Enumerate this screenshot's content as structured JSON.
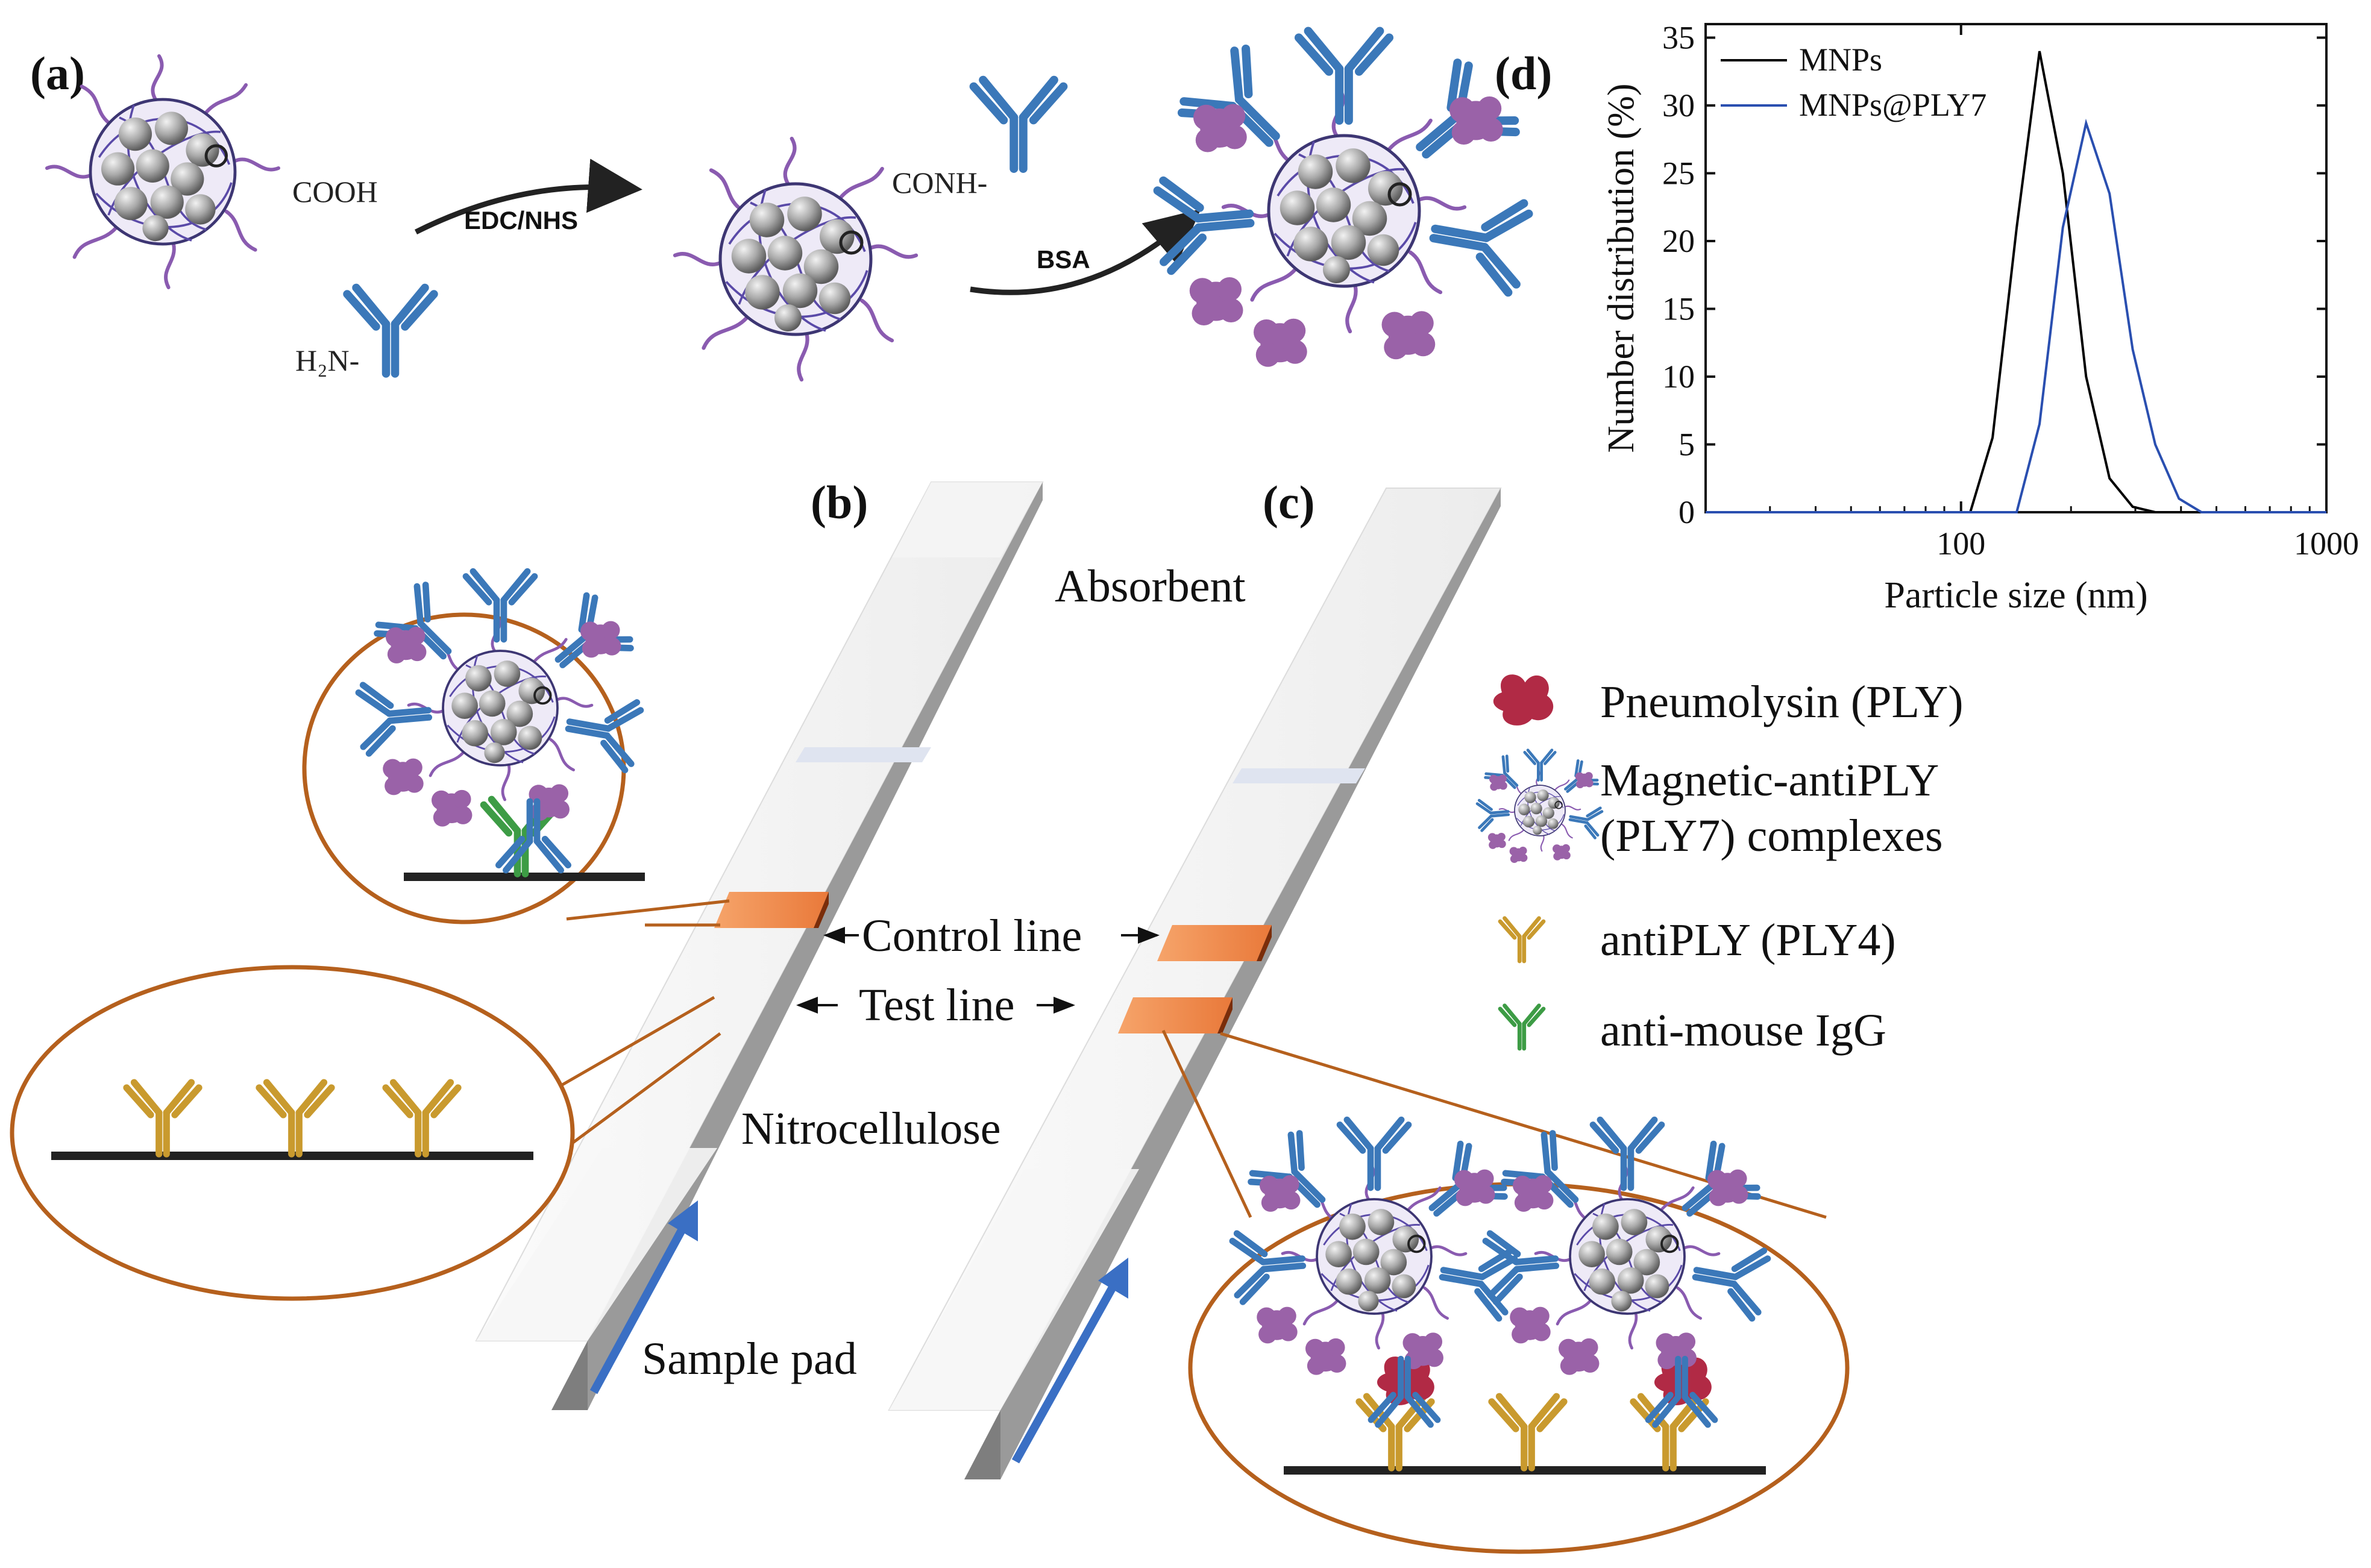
{
  "panels": {
    "a": "(a)",
    "b": "(b)",
    "c": "(c)",
    "d": "(d)"
  },
  "scheme_a": {
    "cooh": "COOH",
    "h2n": "H₂N-",
    "conh": "CONH-",
    "step1": "EDC/NHS",
    "step2": "BSA"
  },
  "strip": {
    "absorbent": "Absorbent",
    "control_line": "Control line",
    "test_line": "Test line",
    "nitrocellulose": "Nitrocellulose",
    "sample_pad": "Sample pad"
  },
  "legend": {
    "ply": "Pneumolysin (PLY)",
    "complex_line1": "Magnetic-antiPLY",
    "complex_line2": "(PLY7) complexes",
    "antiply": "antiPLY (PLY4)",
    "igg": "anti-mouse IgG"
  },
  "colors": {
    "antibody_blue": "#3b78b9",
    "antibody_gold": "#c99a2e",
    "antibody_green": "#3d9c45",
    "pneumolysin": "#b12a45",
    "bsa_purple": "#9a62a8",
    "polymer": "#6e5ab0",
    "line_orange": "#f08c4e",
    "ellipse_border": "#b5601d",
    "flow_arrow": "#3a6fc4"
  },
  "chart_data": {
    "type": "line",
    "ylabel": "Number distribution (%)",
    "xlabel": "Particle size (nm)",
    "x_scale": "log",
    "xlim": [
      20,
      1000
    ],
    "ylim": [
      0,
      36
    ],
    "xticks": [
      100,
      1000
    ],
    "xtick_labels": [
      "100",
      "1000"
    ],
    "yticks": [
      0,
      5,
      10,
      15,
      20,
      25,
      30,
      35
    ],
    "ytick_labels": [
      "0",
      "5",
      "10",
      "15",
      "20",
      "25",
      "30",
      "35"
    ],
    "legend_position": "top-left",
    "series": [
      {
        "name": "MNPs",
        "color": "#000000",
        "x": [
          20,
          106,
          122,
          142,
          164,
          190,
          220,
          255,
          295,
          340,
          1000
        ],
        "y": [
          0,
          0,
          5.5,
          21,
          34,
          25,
          10,
          2.5,
          0.4,
          0,
          0
        ]
      },
      {
        "name": "MNPs@PLY7",
        "color": "#2a4fb0",
        "x": [
          20,
          142,
          164,
          190,
          220,
          255,
          295,
          340,
          395,
          455,
          1000
        ],
        "y": [
          0,
          0,
          6.5,
          21,
          28.7,
          23.5,
          12,
          5,
          1,
          0,
          0
        ]
      }
    ]
  }
}
